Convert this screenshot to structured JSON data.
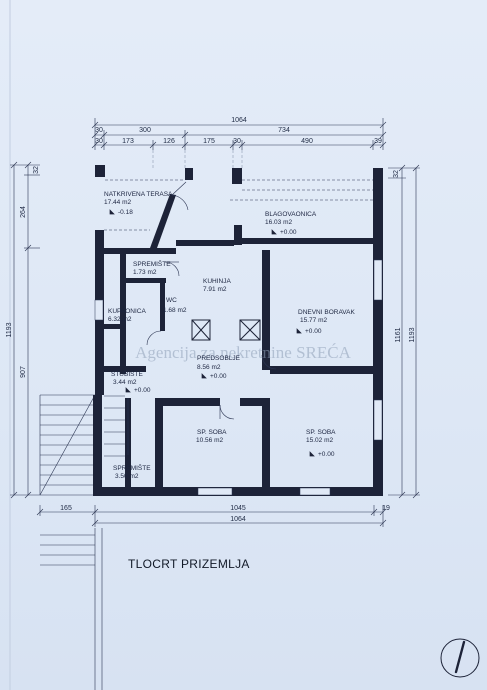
{
  "title": "TLOCRT PRIZEMLJA",
  "watermark": "Agencija za nekretnine SREĆA",
  "dimensions": {
    "top_total": "1064",
    "top_row2": [
      "30",
      "300",
      "734"
    ],
    "top_row3": [
      "30",
      "173",
      "126",
      "175",
      "30",
      "490",
      "39"
    ],
    "left_outer": "1193",
    "left_inner_top": "264",
    "left_inner_bottom": "907",
    "left_top_small": "32",
    "right_inner": "1161",
    "right_outer": "1193",
    "right_top_small": "32",
    "bottom_row1": [
      "165",
      "1045",
      "19"
    ],
    "bottom_total": "1064"
  },
  "rooms": {
    "terasa": {
      "name": "NATKRIVENA TERASA",
      "area": "17.44 m2",
      "level": "-0.18"
    },
    "blagovaonica": {
      "name": "BLAGOVAONICA",
      "area": "16.03 m2",
      "level": "+0.00"
    },
    "spremiste1": {
      "name": "SPREMIŠTE",
      "area": "1.73 m2"
    },
    "kuhinja": {
      "name": "KUHINJA",
      "area": "7.91 m2"
    },
    "wc": {
      "name": "WC",
      "area": "1.68 m2"
    },
    "kupaonica": {
      "name": "KUPAONICA",
      "area": "6.32 m2"
    },
    "dnevni": {
      "name": "DNEVNI BORAVAK",
      "area": "15.77 m2",
      "level": "+0.00"
    },
    "predsoblje": {
      "name": "PREDSOBLJE",
      "area": "8.56 m2",
      "level": "+0.00"
    },
    "stubiste": {
      "name": "STUBIŠTE",
      "area": "3.44 m2",
      "level": "+0.00"
    },
    "soba1": {
      "name": "SP. SOBA",
      "area": "10.56 m2"
    },
    "soba2": {
      "name": "SP. SOBA",
      "area": "15.02 m2",
      "level": "+0.00"
    },
    "spremiste2": {
      "name": "SPREMIŠTE",
      "area": "3.50 m2"
    }
  },
  "colors": {
    "wall": "#1d2338",
    "line": "#2b3552",
    "paper": "#e0e9f6"
  },
  "icons": {
    "north": "north-arrow-icon"
  }
}
